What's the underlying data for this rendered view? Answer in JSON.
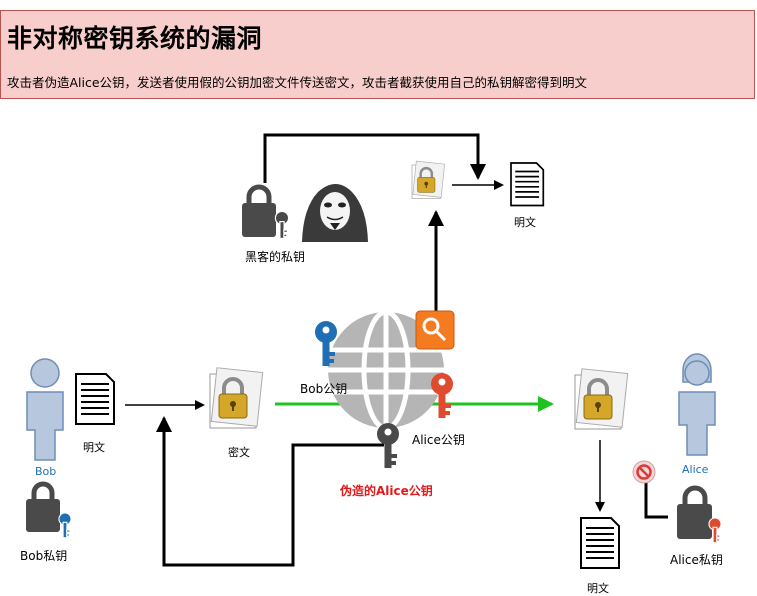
{
  "header": {
    "title": "非对称密钥系统的漏洞",
    "subtitle": "攻击者伪造Alice公钥，发送者使用假的公钥加密文件传送密文，攻击者截获使用自己的私钥解密得到明文"
  },
  "labels": {
    "hacker_private_key": "黑客的私钥",
    "plaintext_top": "明文",
    "bob_public_key": "Bob公钥",
    "alice_public_key": "Alice公钥",
    "forged_alice_key": "伪造的Alice公钥",
    "bob_name": "Bob",
    "bob_plaintext": "明文",
    "ciphertext": "密文",
    "bob_private_key": "Bob私钥",
    "alice_name": "Alice",
    "alice_private_key": "Alice私钥",
    "plaintext_bottom": "明文"
  },
  "colors": {
    "header_bg": "#f8cecc",
    "header_border": "#b85450",
    "green_arrow": "#1fc31f",
    "key_blue": "#1f6fb5",
    "key_red": "#e04a2f",
    "key_dark": "#4a4a4a",
    "person": "#b7c8de",
    "forged_label": "#e31a1c",
    "search_orange": "#f47b20"
  }
}
